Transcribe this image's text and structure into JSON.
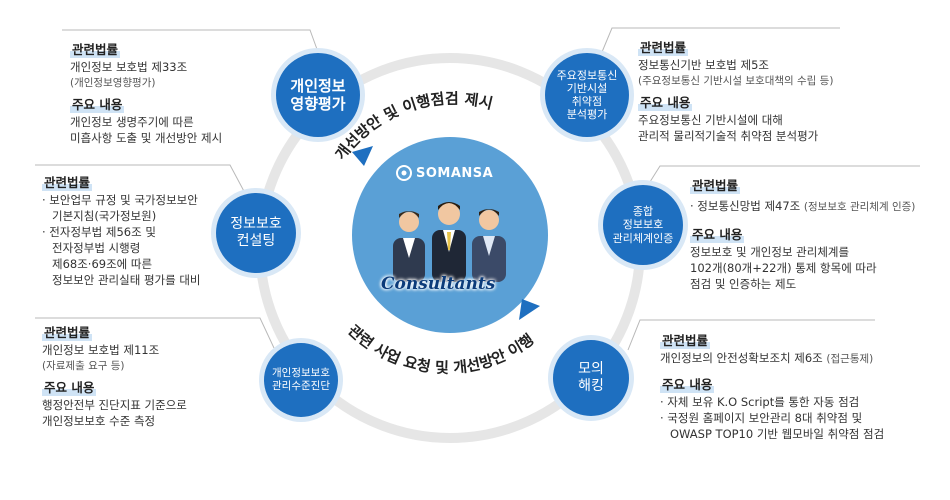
{
  "center": {
    "logo_text": "SOMANSA",
    "consultants_text": "Consultants",
    "top_arc": "개선방안 및 이행점검 제시",
    "bottom_arc": "관련 사업 요청 및 개선방안 이행"
  },
  "colors": {
    "node": "#1e6fc0",
    "center": "#5aa0d6",
    "ring": "#e9e9e9"
  },
  "nodes": {
    "privacy_impact": "개인정보\n영향평가",
    "infra_analysis": "주요정보통신\n기반시설\n취약점\n분석평가",
    "isms": "종합\n정보보호\n관리체계인증",
    "mock_hacking": "모의\n해킹",
    "privacy_level": "개인정보보호\n관리수준진단",
    "consulting": "정보보호\n컨설팅"
  },
  "panels": {
    "p1": {
      "law_h": "관련법률",
      "law1": "개인정보 보호법 제33조",
      "law2": "(개인정보영향평가)",
      "content_h": "주요 내용",
      "c1": "개인정보 생명주기에 따른",
      "c2": "미흡사항 도출 및 개선방안 제시"
    },
    "p2": {
      "law_h": "관련법률",
      "l1": "· 보안업무 규정 및 국가정보보안",
      "l2": "기본지침(국가정보원)",
      "l3": "· 전자정부법 제56조 및",
      "l4": "전자정부법 시행령",
      "l5": "제68조·69조에 따른",
      "l6": "정보보안 관리실태 평가를 대비"
    },
    "p3": {
      "law_h": "관련법률",
      "law1": "개인정보 보호법 제11조",
      "law2": "(자료제출 요구 등)",
      "content_h": "주요 내용",
      "c1": "행정안전부 진단지표 기준으로",
      "c2": "개인정보보호 수준 측정"
    },
    "p4": {
      "law_h": "관련법률",
      "law1": "정보통신기반 보호법 제5조",
      "law2": "(주요정보통신 기반시설 보호대책의 수립 등)",
      "content_h": "주요 내용",
      "c1": "주요정보통신 기반시설에 대해",
      "c2": "관리적 물리적기술적 취약점 분석평가"
    },
    "p5": {
      "law_h": "관련법률",
      "law1": "· 정보통신망법 제47조",
      "law2": "(정보보호 관리체계 인증)",
      "content_h": "주요 내용",
      "c1": "정보보호 및 개인정보 관리체계를",
      "c2": "102개(80개+22개) 통제 항목에 따라",
      "c3": "점검 및 인증하는 제도"
    },
    "p6": {
      "law_h": "관련법률",
      "law1": "개인정보의 안전성확보조치 제6조",
      "law2": "(접근통제)",
      "content_h": "주요 내용",
      "c1": "· 자체 보유 K.O Script를 통한 자동 점검",
      "c2": "· 국정원 홈페이지 보안관리 8대 취약점 및",
      "c3": "OWASP TOP10 기반 웹모바일 취약점 점검"
    }
  }
}
